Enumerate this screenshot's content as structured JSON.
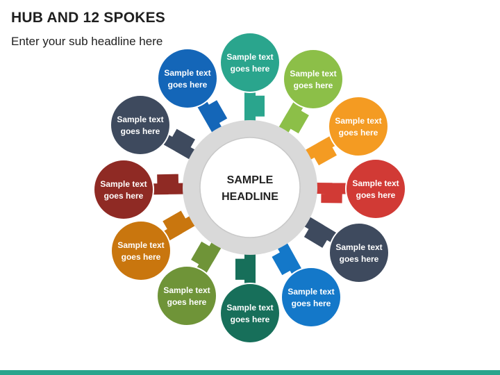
{
  "header": {
    "title": "HUB AND 12 SPOKES",
    "subtitle": "Enter your sub headline here"
  },
  "hub": {
    "line1": "SAMPLE",
    "line2": "HEADLINE",
    "ring_color": "#d9d9d9",
    "inner_color": "#ffffff"
  },
  "spokes": [
    {
      "line1": "Sample text",
      "line2": "goes here",
      "color": "#2aa58d"
    },
    {
      "line1": "Sample text",
      "line2": "goes here",
      "color": "#8cbf48"
    },
    {
      "line1": "Sample text",
      "line2": "goes here",
      "color": "#f49b22"
    },
    {
      "line1": "Sample text",
      "line2": "goes here",
      "color": "#d13a35"
    },
    {
      "line1": "Sample text",
      "line2": "goes here",
      "color": "#3e4a5e"
    },
    {
      "line1": "Sample text",
      "line2": "goes here",
      "color": "#1478c9"
    },
    {
      "line1": "Sample text",
      "line2": "goes here",
      "color": "#176f5a"
    },
    {
      "line1": "Sample text",
      "line2": "goes here",
      "color": "#6f9438"
    },
    {
      "line1": "Sample text",
      "line2": "goes here",
      "color": "#c9760e"
    },
    {
      "line1": "Sample text",
      "line2": "goes here",
      "color": "#8f2a24"
    },
    {
      "line1": "Sample text",
      "line2": "goes here",
      "color": "#3e4a5e"
    },
    {
      "line1": "Sample text",
      "line2": "goes here",
      "color": "#1466b8"
    }
  ],
  "footer": {
    "bar_color": "#2aa58d"
  }
}
